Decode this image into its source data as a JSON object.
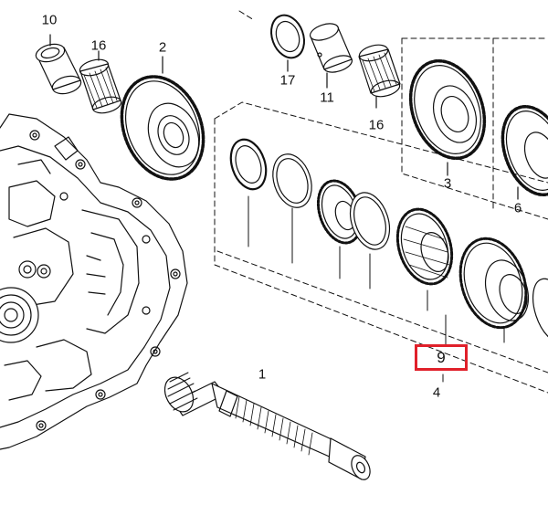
{
  "callouts": {
    "c1": "1",
    "c2": "2",
    "c3": "3",
    "c4": "4",
    "c6": "6",
    "c10": "10",
    "c11": "11",
    "c16a": "16",
    "c16b": "16",
    "c17": "17"
  },
  "highlight": {
    "label": "9",
    "color": "#e0202a"
  },
  "colors": {
    "line": "#111111",
    "fill": "#ffffff",
    "shade": "#dddddd"
  }
}
